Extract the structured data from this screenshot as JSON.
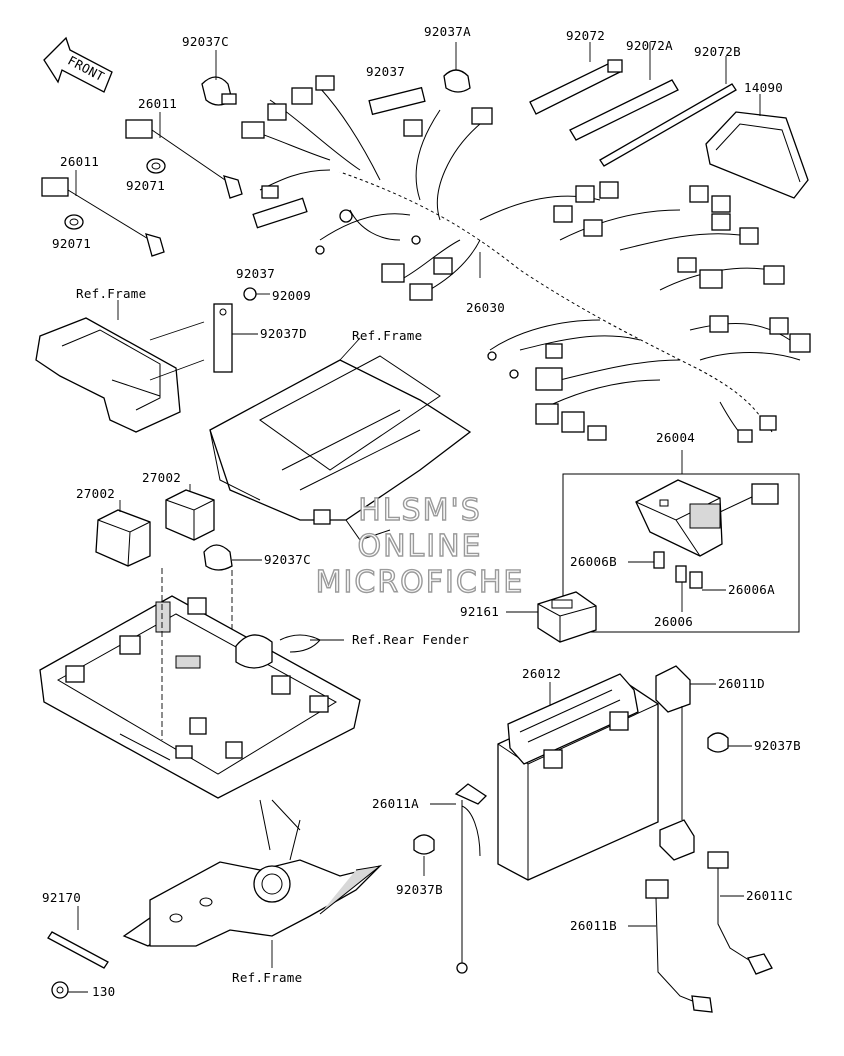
{
  "front_arrow": "FRONT",
  "labels": {
    "p92037C_top": "92037C",
    "p92037A": "92037A",
    "p92072": "92072",
    "p92072A": "92072A",
    "p92072B": "92072B",
    "p14090": "14090",
    "p92037_top": "92037",
    "p26011_a": "26011",
    "p26011_b": "26011",
    "p92071_a": "92071",
    "p92071_b": "92071",
    "p92037_mid": "92037",
    "p92009": "92009",
    "p92037D": "92037D",
    "p26030": "26030",
    "ref_frame_1": "Ref.Frame",
    "ref_frame_2": "Ref.Frame",
    "p26004": "26004",
    "p27002_a": "27002",
    "p27002_b": "27002",
    "p92037C_mid": "92037C",
    "p26006B": "26006B",
    "p26006A": "26006A",
    "p26006": "26006",
    "p92161": "92161",
    "ref_rear_fender": "Ref.Rear Fender",
    "p26012": "26012",
    "p26011D": "26011D",
    "p92037B_right": "92037B",
    "p26011A": "26011A",
    "p92037B_left": "92037B",
    "p92170": "92170",
    "p26011B": "26011B",
    "p26011C": "26011C",
    "p130": "130",
    "ref_frame_3": "Ref.Frame"
  },
  "watermark": [
    "HLSM'S",
    "ONLINE",
    "MICROFICHE"
  ]
}
